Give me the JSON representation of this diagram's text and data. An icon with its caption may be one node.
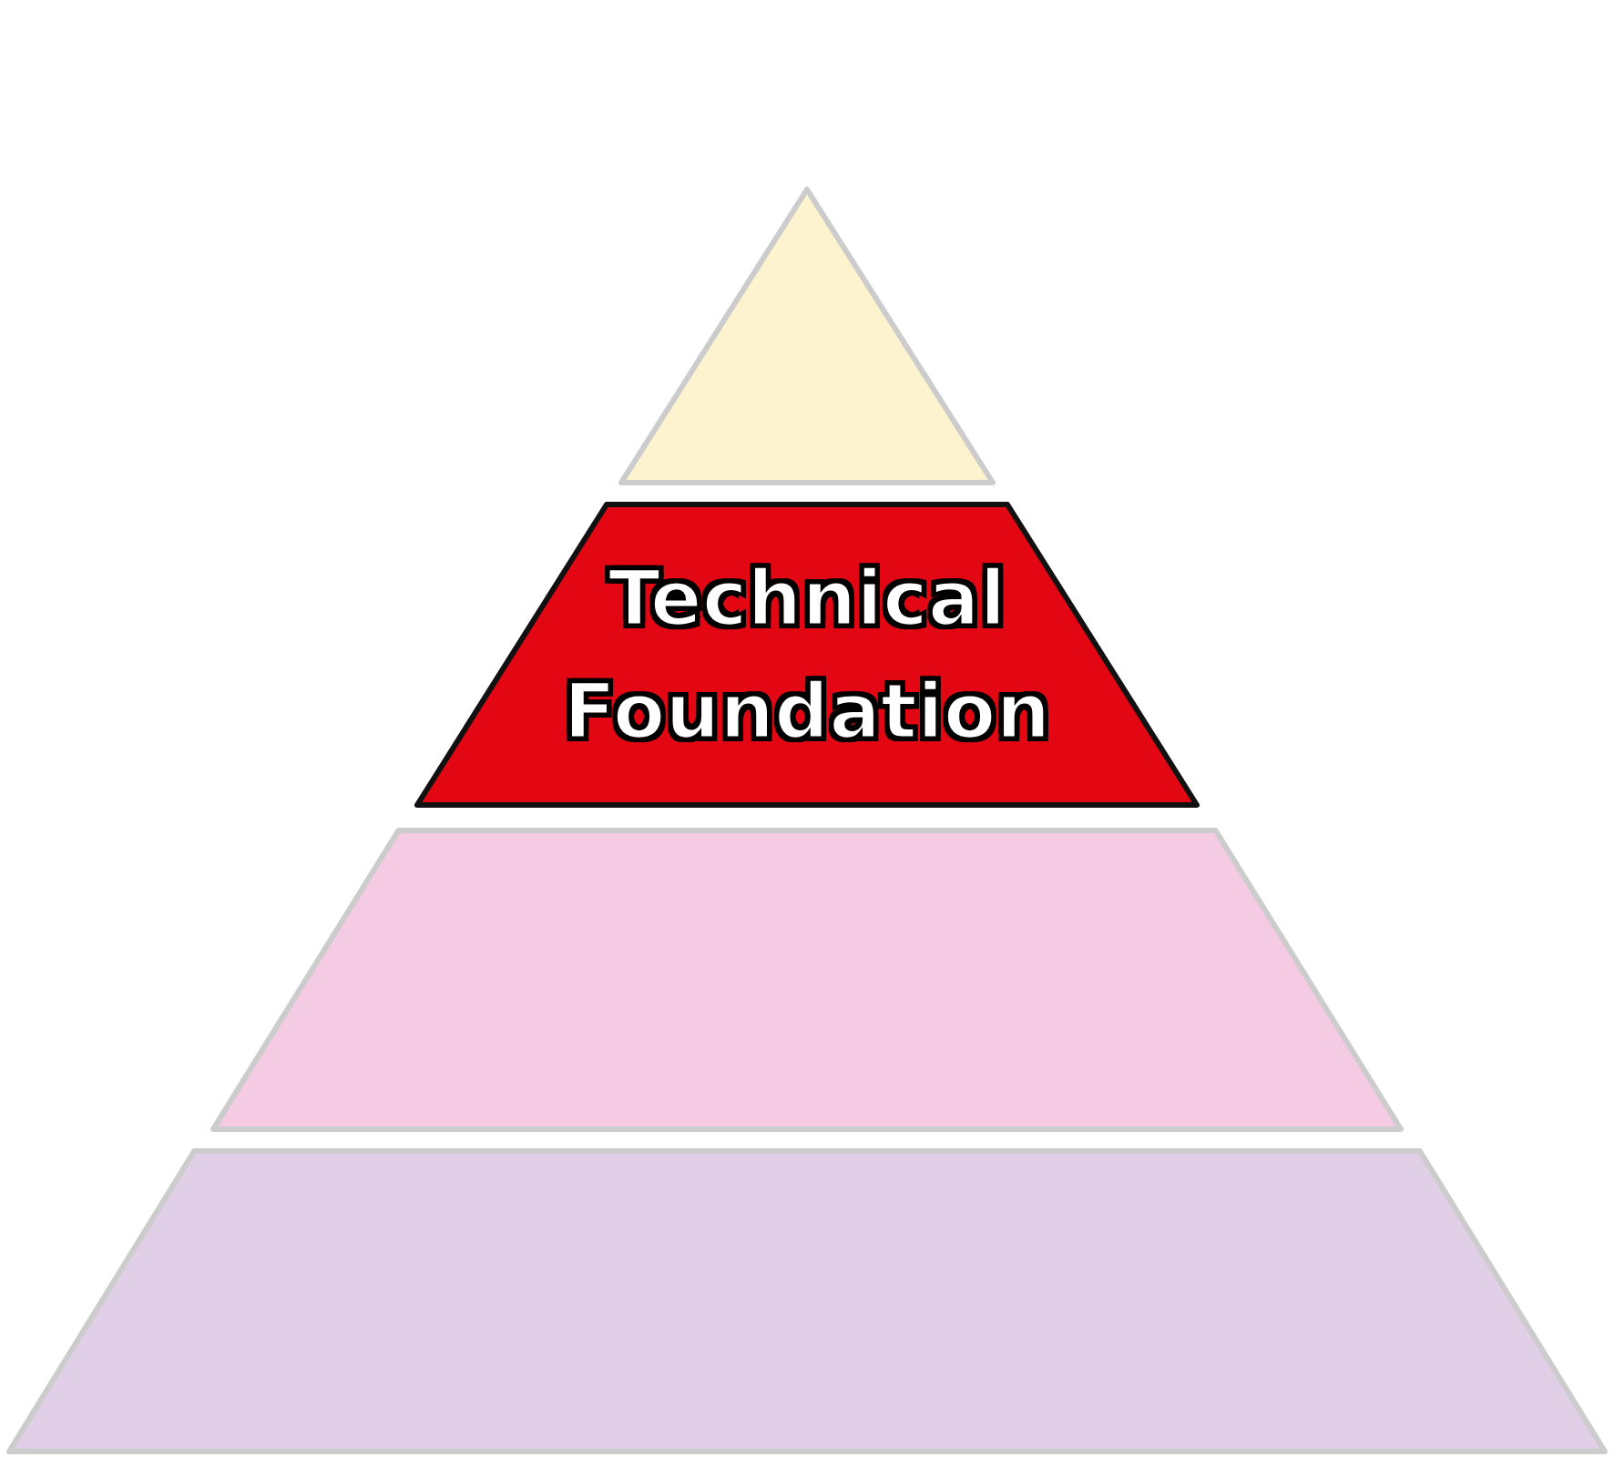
{
  "diagram": {
    "nodes": [
      {
        "text": [],
        "shape": "triangle"
      },
      {
        "text": [
          "Technical Foundation"
        ]
      },
      {
        "text": [],
        "shape": "trapezoid"
      },
      {
        "text": [],
        "shape": "trapezoid"
      }
    ]
  }
}
